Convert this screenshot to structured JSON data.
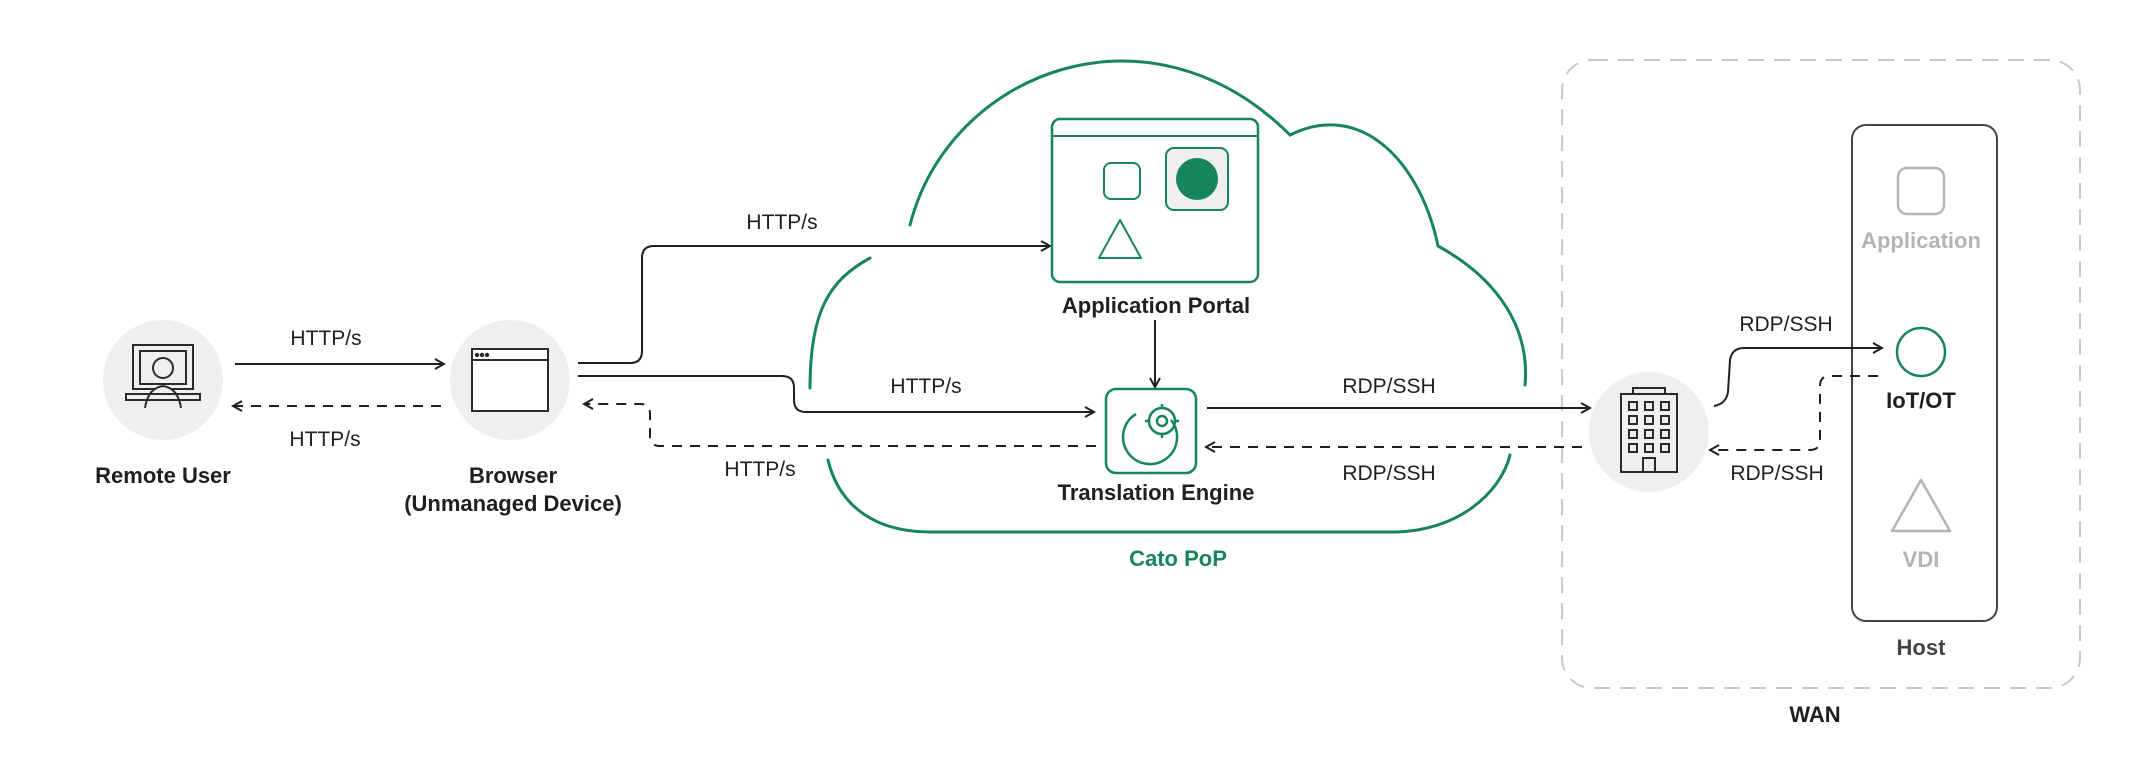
{
  "nodes": {
    "remote_user": "Remote User",
    "browser_line1": "Browser",
    "browser_line2": "(Unmanaged Device)",
    "application_portal": "Application Portal",
    "translation_engine": "Translation Engine",
    "cato_pop": "Cato PoP",
    "wan": "WAN",
    "host": "Host",
    "application": "Application",
    "iot_ot": "IoT/OT",
    "vdi": "VDI"
  },
  "edges": {
    "user_to_browser": "HTTP/s",
    "browser_to_user": "HTTP/s",
    "browser_to_portal": "HTTP/s",
    "browser_to_engine": "HTTP/s",
    "engine_to_browser": "HTTP/s",
    "engine_to_site": "RDP/SSH",
    "site_to_engine": "RDP/SSH",
    "site_to_host": "RDP/SSH",
    "host_to_site": "RDP/SSH"
  },
  "colors": {
    "accent_green": "#16855a",
    "line_dark": "#1f1f1f",
    "circle_bg": "#eef0f0",
    "muted": "#b4b4b4",
    "dashed_border": "#c8c8c8"
  },
  "icons": {
    "remote_user": "computer-user-icon",
    "browser": "browser-window-icon",
    "application_portal": "app-portal-window-icon",
    "translation_engine": "gear-cycle-icon",
    "site": "office-building-icon",
    "application": "rounded-square-icon",
    "iot_ot": "circle-icon",
    "vdi": "triangle-icon"
  }
}
